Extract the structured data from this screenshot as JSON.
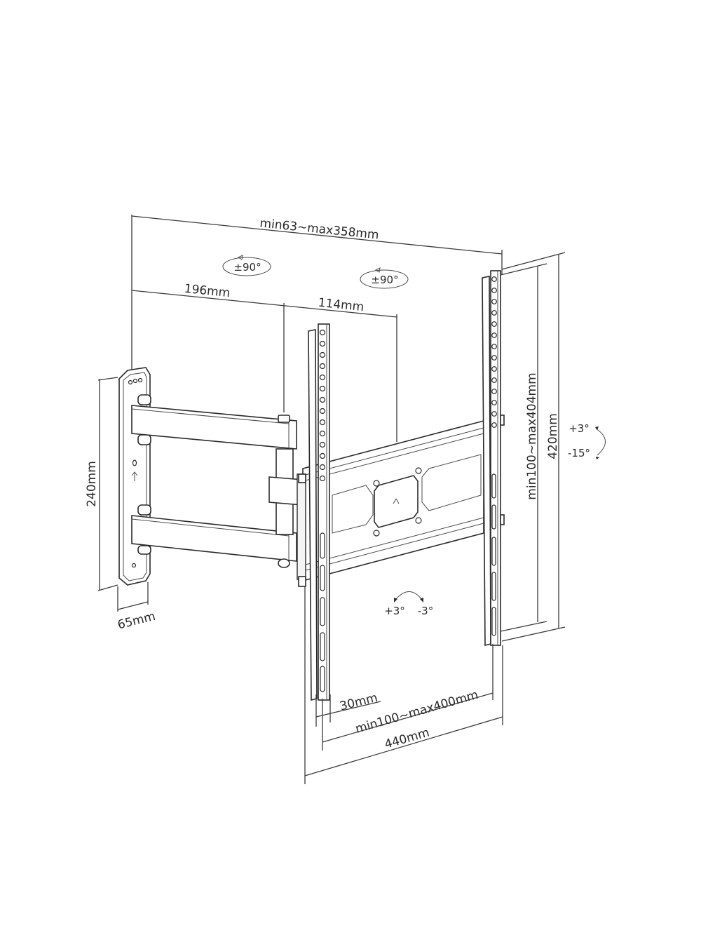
{
  "diagram": {
    "subject": "Full-motion TV wall mount bracket (dimension drawing)",
    "dimensions": {
      "arm_extension": "min63~max358mm",
      "arm_segment_1": "196mm",
      "arm_segment_2": "114mm",
      "wall_plate_height": "240mm",
      "wall_plate_width": "65mm",
      "vesa_vertical": "min100~max404mm",
      "rail_height": "420mm",
      "rail_width": "30mm",
      "vesa_horizontal": "min100~max400mm",
      "overall_width": "440mm"
    },
    "rotations": {
      "swivel_1": "±90°",
      "swivel_2": "±90°",
      "tilt_up": "+3°",
      "tilt_down": "-15°",
      "level_plus": "+3°",
      "level_minus": "-3°"
    },
    "colors": {
      "line": "#2a2a2a",
      "background": "#ffffff"
    }
  }
}
